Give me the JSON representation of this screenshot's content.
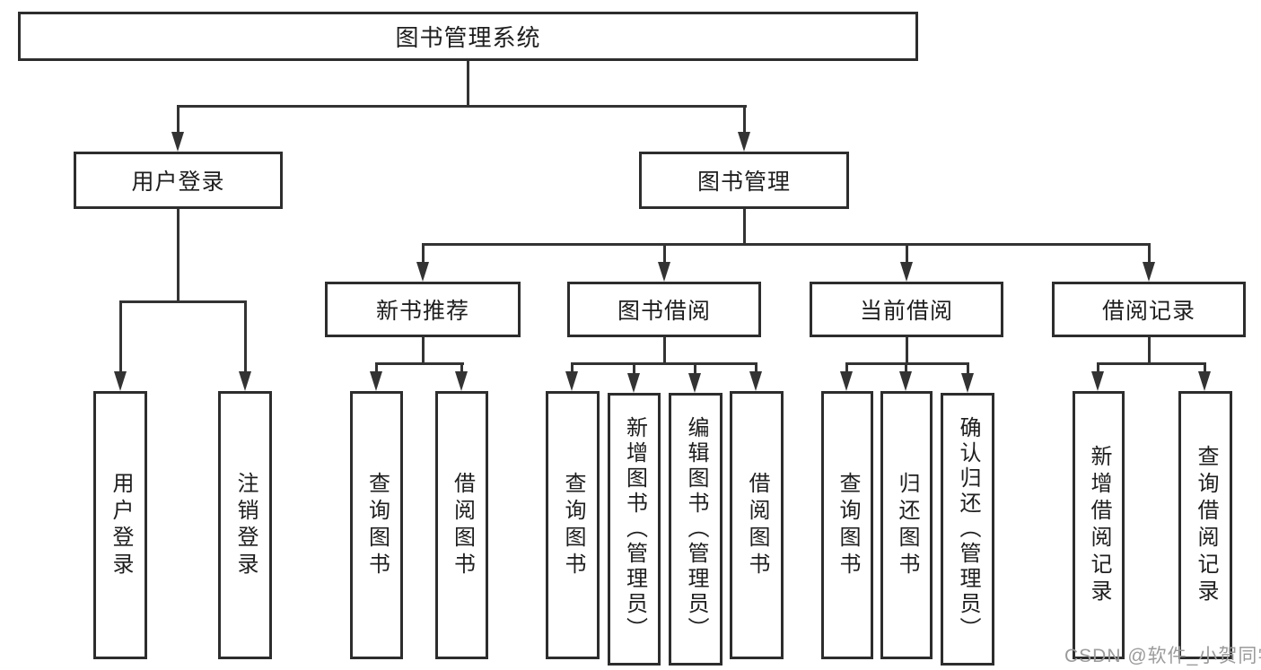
{
  "nodes": {
    "root": "图书管理系统",
    "level2": {
      "user_login": "用户登录",
      "book_mgmt": "图书管理"
    },
    "level3": {
      "new_book": "新书推荐",
      "borrow": "图书借阅",
      "current": "当前借阅",
      "records": "借阅记录"
    },
    "leaves": {
      "user_login": "用户登录",
      "logout": "注销登录",
      "new_book_query": "查询图书",
      "new_book_borrow": "借阅图书",
      "borrow_query": "查询图书",
      "borrow_add": "新增图书（管理员）",
      "borrow_edit": "编辑图书（管理员）",
      "borrow_borrow": "借阅图书",
      "current_query": "查询图书",
      "current_return": "归还图书",
      "current_confirm": "确认归还（管理员）",
      "records_add": "新增借阅记录",
      "records_query": "查询借阅记录"
    }
  },
  "watermark": "CSDN @软件_小贺同学",
  "colors": {
    "line": "#333333",
    "box_border": "#2d2d2d",
    "text": "#1e1e1e",
    "watermark": "#9b9b9b",
    "background": "#ffffff"
  }
}
